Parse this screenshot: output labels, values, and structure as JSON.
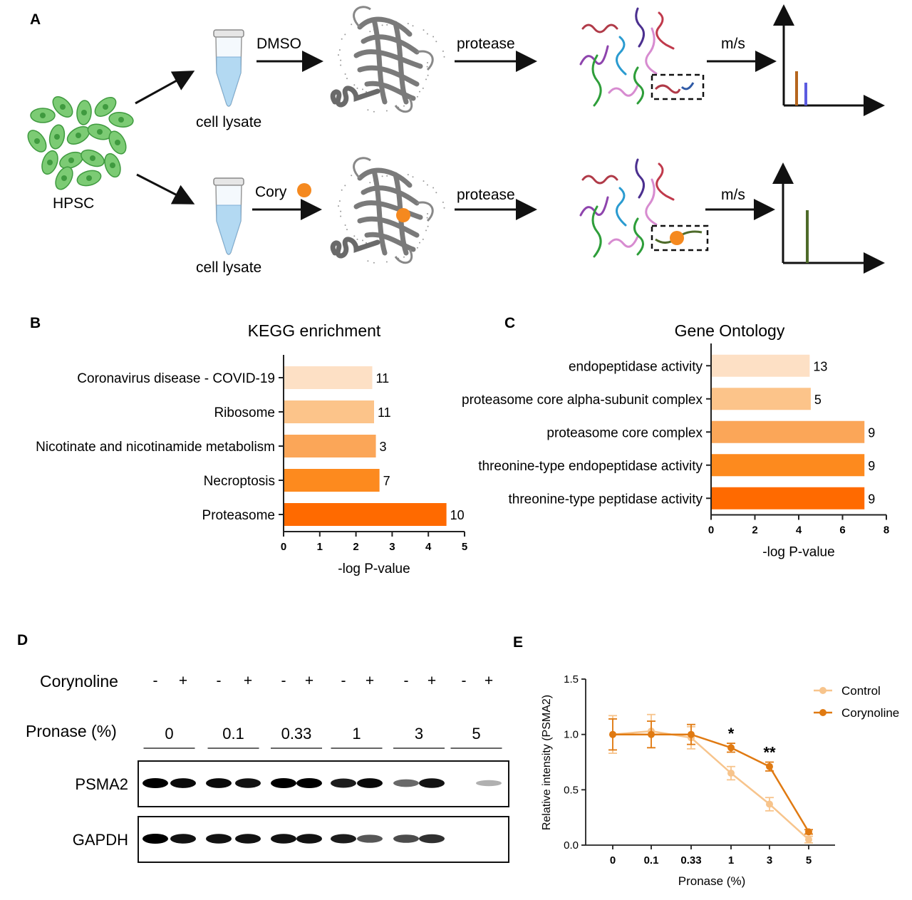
{
  "panels": {
    "a": "A",
    "b": "B",
    "c": "C",
    "d": "D",
    "e": "E"
  },
  "schematic": {
    "cells_label": "HPSC",
    "top": {
      "tube_label": "cell lysate",
      "treatment": "DMSO",
      "step": "protease",
      "readout": "m/s"
    },
    "bottom": {
      "tube_label": "cell lysate",
      "treatment": "Cory",
      "step": "protease",
      "readout": "m/s"
    },
    "colors": {
      "cells": "#5cb85c",
      "tube": "#b3d9f2",
      "protein": "#7a7a7a",
      "ligand": "#f5891f",
      "peak_brown": "#b5651d",
      "peak_blue": "#5b5be0",
      "peak_green": "#4e6b2a"
    }
  },
  "chart_data": [
    {
      "type": "bar",
      "orientation": "horizontal",
      "title": "KEGG enrichment",
      "xlabel": "-log P-value",
      "ylabel": "",
      "xlim": [
        0,
        5
      ],
      "xticks": [
        "0",
        "1",
        "2",
        "3",
        "4",
        "5"
      ],
      "categories": [
        "Coronavirus disease - COVID-19",
        "Ribosome",
        "Nicotinate and nicotinamide metabolism",
        "Necroptosis",
        "Proteasome"
      ],
      "values": [
        2.45,
        2.5,
        2.55,
        2.65,
        4.5
      ],
      "counts": [
        "11",
        "11",
        "3",
        "7",
        "10"
      ],
      "colors": [
        "#fde0c5",
        "#fcc48a",
        "#fba658",
        "#fd8a1e",
        "#ff6a00"
      ]
    },
    {
      "type": "bar",
      "orientation": "horizontal",
      "title": "Gene Ontology",
      "xlabel": "-log P-value",
      "ylabel": "",
      "xlim": [
        0,
        8
      ],
      "xticks": [
        "0",
        "2",
        "4",
        "6",
        "8"
      ],
      "categories": [
        "endopeptidase activity",
        "proteasome core alpha-subunit complex",
        "proteasome core complex",
        "threonine-type endopeptidase activity",
        "threonine-type peptidase activity"
      ],
      "values": [
        4.5,
        4.55,
        7.0,
        7.0,
        7.0
      ],
      "counts": [
        "13",
        "5",
        "9",
        "9",
        "9"
      ],
      "colors": [
        "#fde0c5",
        "#fcc48a",
        "#fba658",
        "#fd8a1e",
        "#ff6a00"
      ]
    },
    {
      "type": "line",
      "title": "",
      "xlabel": "Pronase (%)",
      "ylabel": "Relative intensity (PSMA2)",
      "ylim": [
        0,
        1.5
      ],
      "yticks": [
        "0.0",
        "0.5",
        "1.0",
        "1.5"
      ],
      "categories": [
        "0",
        "0.1",
        "0.33",
        "1",
        "3",
        "5"
      ],
      "legend_position": "top-right",
      "series": [
        {
          "name": "Control",
          "color": "#f7c48c",
          "values": [
            1.0,
            1.03,
            0.97,
            0.65,
            0.37,
            0.05
          ],
          "errors": [
            0.17,
            0.15,
            0.1,
            0.06,
            0.06,
            0.03
          ]
        },
        {
          "name": "Corynoline",
          "color": "#e07a12",
          "values": [
            1.0,
            1.0,
            1.0,
            0.88,
            0.71,
            0.12
          ],
          "errors": [
            0.14,
            0.12,
            0.09,
            0.04,
            0.04,
            0.02
          ]
        }
      ],
      "annotations": [
        {
          "x": "1",
          "text": "*"
        },
        {
          "x": "3",
          "text": "**"
        }
      ]
    }
  ],
  "western": {
    "treatment_label": "Corynoline",
    "pronase_label": "Pronase (%)",
    "signs": [
      "-",
      "+",
      "-",
      "+",
      "-",
      "+",
      "-",
      "+",
      "-",
      "+",
      "-",
      "+"
    ],
    "doses": [
      "0",
      "0.1",
      "0.33",
      "1",
      "3",
      "5"
    ],
    "rows": [
      {
        "label": "PSMA2",
        "intensities": [
          1.0,
          0.95,
          0.95,
          0.9,
          1.0,
          1.0,
          0.85,
          0.95,
          0.45,
          0.9,
          0.0,
          0.08
        ]
      },
      {
        "label": "GAPDH",
        "intensities": [
          1.0,
          0.9,
          0.9,
          0.9,
          0.9,
          0.9,
          0.85,
          0.55,
          0.6,
          0.75,
          0.0,
          0.0
        ]
      }
    ]
  }
}
